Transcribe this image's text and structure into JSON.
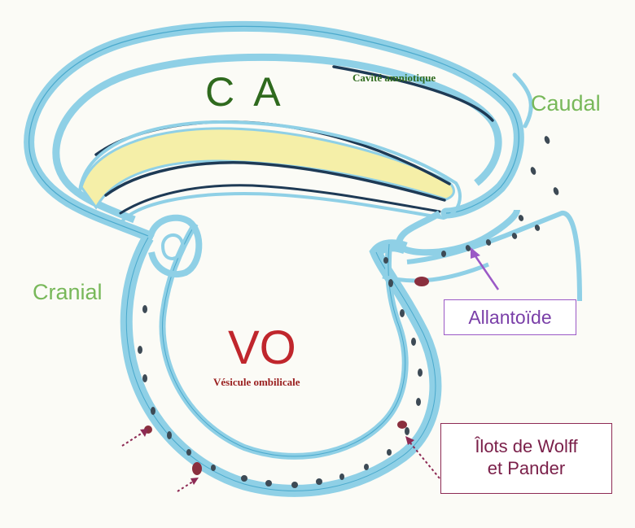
{
  "labels": {
    "ca": "C A",
    "cavite_amniotique": "Cavité amniotique",
    "caudal": "Caudal",
    "cranial": "Cranial",
    "vo": "VO",
    "vesicule_ombilicale": "Vésicule ombilicale",
    "allantoide": "Allantoïde",
    "ilots_line1": "Îlots de Wolff",
    "ilots_line2": "et Pander"
  },
  "colors": {
    "membrane": "#8fd0e6",
    "membrane_edge": "#4aa9cc",
    "ectoderm": "#1e3a55",
    "mesoderm": "#f5efa8",
    "ca_text": "#2f6a1e",
    "orientation_text": "#78b85a",
    "vo_text": "#c0262c",
    "allantoide": "#9b59c6",
    "ilots": "#8d2a54",
    "blood_island": "#8a2f3e",
    "cell_dot": "#3d4a55"
  }
}
